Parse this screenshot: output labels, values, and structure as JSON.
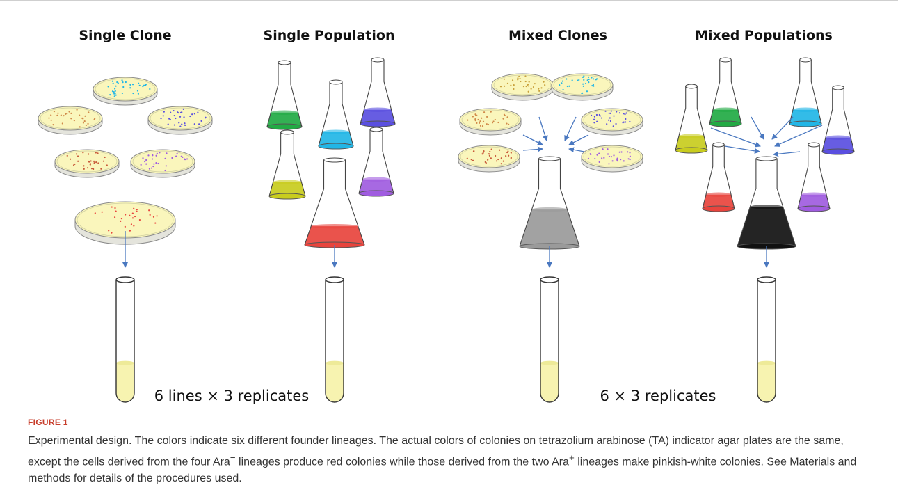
{
  "panels": [
    {
      "title": "Single Clone"
    },
    {
      "title": "Single Population"
    },
    {
      "title": "Mixed Clones"
    },
    {
      "title": "Mixed Populations"
    }
  ],
  "replicate_labels": [
    "6 lines × 3 replicates",
    "6 × 3 replicates"
  ],
  "figure_label": "FIGURE 1",
  "caption": {
    "part1": "Experimental design. The colors indicate six different founder lineages. The actual colors of colonies on tetrazolium arabinose (TA) indicator agar plates are the same, except the cells derived from the four Ara",
    "sup1": "−",
    "part2": " lineages produce red colonies while those derived from the two Ara",
    "sup2": "+",
    "part3": " lineages make pinkish-white colonies. See Materials and methods for details of the procedures used."
  },
  "colors": {
    "lineages": [
      "#22aa44",
      "#22b6e6",
      "#5a4fe0",
      "#c8cc1e",
      "#e8443d",
      "#a05ce0"
    ],
    "agar": "#faf6bc",
    "arrow": "#4a78c0",
    "mixed_clones_culture": "#9a9a9a",
    "mixed_populations_culture": "#111111",
    "tube_medium": "#f7f3b0",
    "caption_label": "#c73d2b"
  }
}
